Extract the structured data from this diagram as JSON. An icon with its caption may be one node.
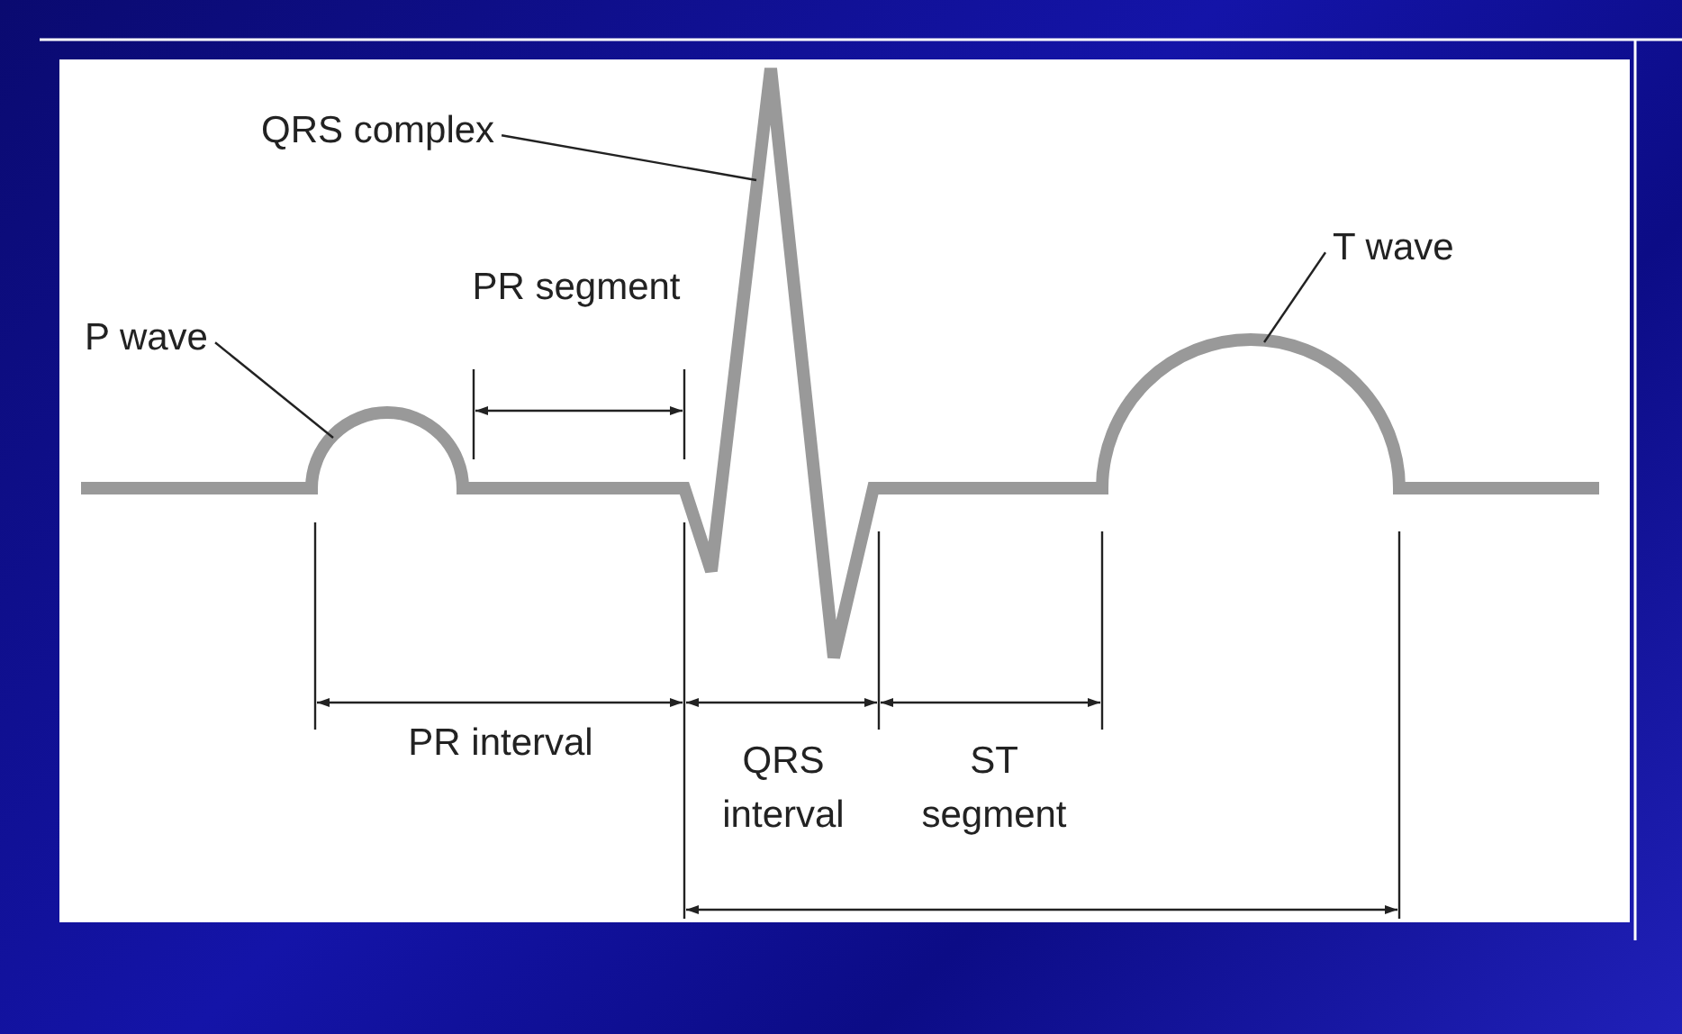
{
  "diagram": {
    "nodes": [
      {
        "text": [
          "QRS complex"
        ]
      },
      {
        "text": [
          "P wave"
        ]
      },
      {
        "text": [
          "T wave"
        ]
      }
    ],
    "edges": [
      {
        "from": 0,
        "to": null,
        "arrow": "none"
      },
      {
        "from": 1,
        "to": null,
        "arrow": "none"
      },
      {
        "from": 2,
        "to": null,
        "arrow": "none"
      }
    ],
    "labels": [
      "PR segment",
      "PR interval",
      "QRS interval",
      "ST segment"
    ]
  }
}
